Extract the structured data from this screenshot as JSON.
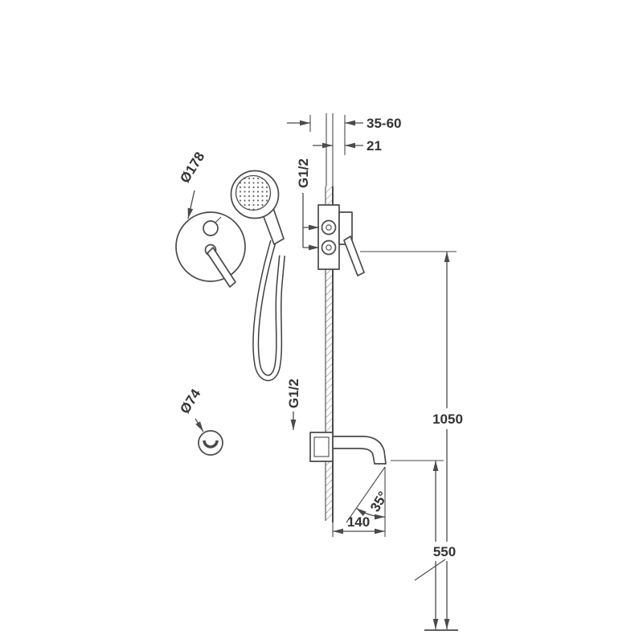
{
  "diagram": {
    "labels": {
      "wall_depth_range": "35-60",
      "finish_offset": "21",
      "top_connection": "G1/2",
      "bottom_connection": "G1/2",
      "plate_diameter": "Ø178",
      "hook_diameter": "Ø74",
      "valve_height": "1050",
      "spout_height": "550",
      "spout_projection": "140",
      "spout_angle": "35°"
    },
    "colors": {
      "line": "#4a4a4a",
      "text": "#333333",
      "background": "#ffffff"
    }
  }
}
